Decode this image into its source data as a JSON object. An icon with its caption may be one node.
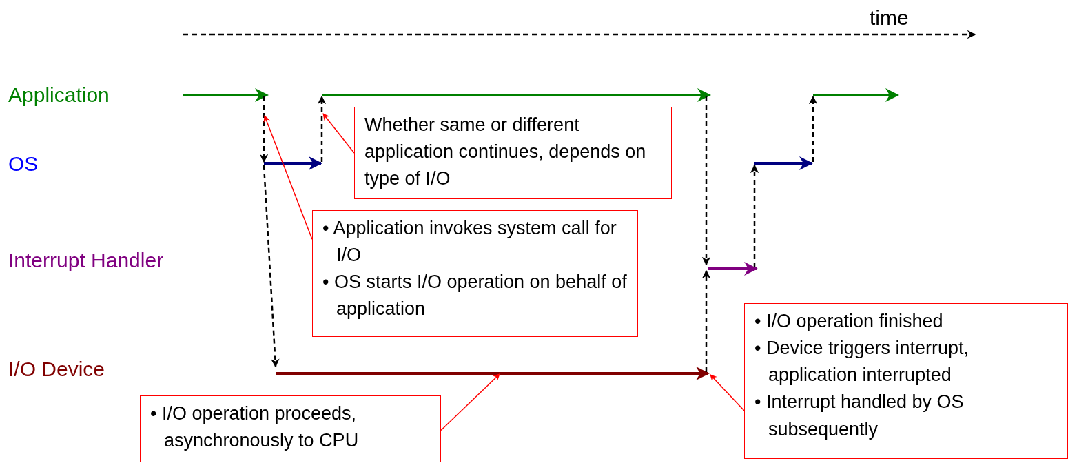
{
  "diagram": {
    "nodes": [
      {
        "text": [
          "Whether same or different application continues, depends on type of I/O"
        ]
      },
      {
        "text": [
          "• Application invokes system call for I/O",
          "• OS starts I/O operation on behalf of application"
        ]
      },
      {
        "text": [
          "• I/O operation proceeds, asynchronously to CPU"
        ]
      },
      {
        "text": [
          "• I/O operation finished",
          "• Device triggers interrupt, application interrupted",
          "• Interrupt handled by OS subsequently"
        ]
      }
    ],
    "edges": [
      {
        "from": 0,
        "to": null,
        "arrow": "to"
      },
      {
        "from": 1,
        "to": null,
        "arrow": "to"
      },
      {
        "from": 2,
        "to": null,
        "arrow": "to"
      },
      {
        "from": 3,
        "to": null,
        "arrow": "to"
      }
    ],
    "labels": [
      "time",
      "Application",
      "OS",
      "Interrupt Handler",
      "I/O Device"
    ]
  }
}
